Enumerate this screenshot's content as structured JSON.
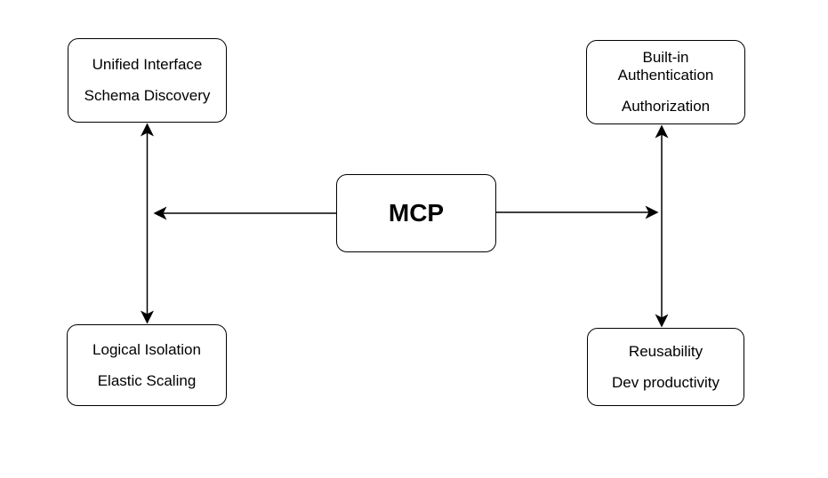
{
  "colors": {
    "stroke": "#000000",
    "background": "#ffffff",
    "text": "#000000"
  },
  "diagram": {
    "center": {
      "label": "MCP"
    },
    "nodes": {
      "top_left": {
        "lines": [
          "Unified Interface",
          "Schema Discovery"
        ]
      },
      "top_right": {
        "lines": [
          "Built-in\nAuthentication",
          "Authorization"
        ]
      },
      "bottom_left": {
        "lines": [
          "Logical Isolation",
          "Elastic Scaling"
        ]
      },
      "bottom_right": {
        "lines": [
          "Reusability",
          "Dev productivity"
        ]
      }
    }
  }
}
